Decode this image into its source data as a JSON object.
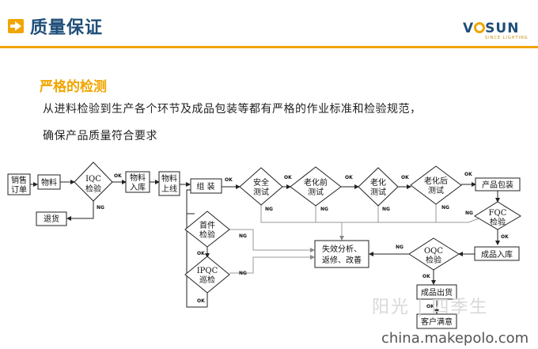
{
  "header": {
    "title": "质量保证"
  },
  "logo": {
    "text_left": "V",
    "text_right": "SUN",
    "subtitle": "SINCE LIGHTING"
  },
  "section": {
    "title": "严格的检测"
  },
  "intro": {
    "line1": "从进料检验到生产各个环节及成品包装等都有严格的作业标准和检验规范，",
    "line2": "确保产品质量符合要求"
  },
  "flowchart": {
    "nodes": {
      "order": [
        "销售",
        "订单"
      ],
      "material": "物料",
      "iqc": [
        "IQC",
        "检验"
      ],
      "material_in": [
        "物料",
        "入库"
      ],
      "material_line": [
        "物料",
        "上线"
      ],
      "assembly": "组 装",
      "safety": [
        "安全",
        "测试"
      ],
      "pre_aging": [
        "老化前",
        "测试"
      ],
      "aging": [
        "老化",
        "测试"
      ],
      "post_aging": [
        "老化后",
        "测试"
      ],
      "packing": "产品包装",
      "return": "退货",
      "first_piece": [
        "首件",
        "检验"
      ],
      "ipqc": [
        "IPQC",
        "巡检"
      ],
      "failure": [
        "失效分析、",
        "返修、改善"
      ],
      "fqc": [
        "FQC",
        "检验"
      ],
      "oqc": [
        "OQC",
        "检验"
      ],
      "warehouse": "成品入库",
      "shipping": "成品出货",
      "satisfaction": "客户满意"
    },
    "labels": {
      "ok": "OK",
      "ng": "NG"
    }
  },
  "watermark": "阳光 | 四季生",
  "footer": {
    "url": "china.makepolo.com"
  }
}
